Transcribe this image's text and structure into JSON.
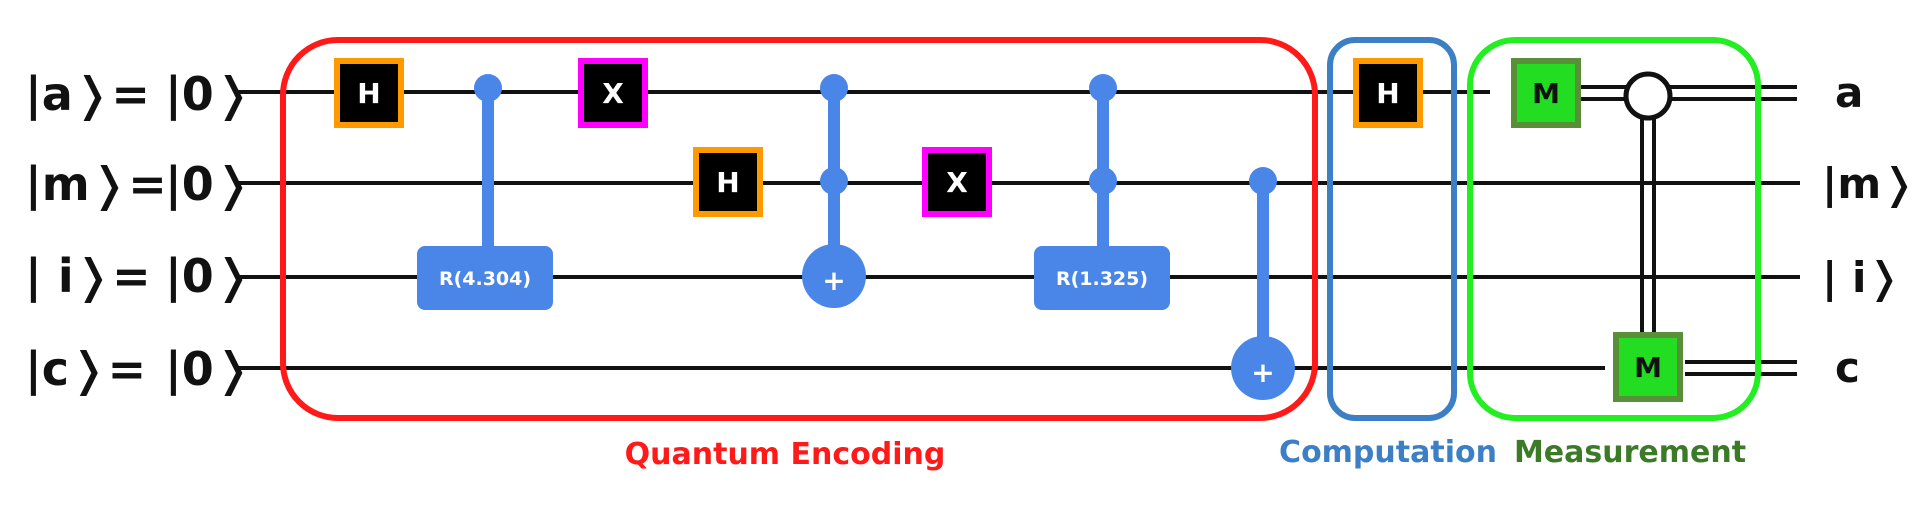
{
  "colors": {
    "wire": "#111111",
    "control": "#4a86e8",
    "hadamard_border": "#ff9900",
    "pauli_x_border": "#ff00ff",
    "gate_fill": "#000000",
    "measure_fill": "#22dd22",
    "measure_border": "#5a8f3a",
    "encoding_box": "#ff1a1a",
    "computation_box": "#3d7fc4",
    "measurement_box": "#22ee22",
    "measurement_label": "#3c7a28"
  },
  "qubits": [
    {
      "id": "a",
      "label": "|a❭=",
      "init": "|0❭",
      "output": "a"
    },
    {
      "id": "m",
      "label": "|m❭=",
      "init": "|0❭",
      "output": "|m❭"
    },
    {
      "id": "i",
      "label": "| i❭=",
      "init": "|0❭",
      "output": "| i❭"
    },
    {
      "id": "c",
      "label": "|c❭=",
      "init": "|0❭",
      "output": "c"
    }
  ],
  "gates": {
    "h_a1": "H",
    "h_m": "H",
    "h_a2": "H",
    "x_a": "X",
    "x_m": "X",
    "rot1": "R(4.304)",
    "rot2": "R(1.325)",
    "meas_a": "M",
    "meas_c": "M",
    "cnot_symbol": "+"
  },
  "sections": {
    "encoding": "Quantum Encoding",
    "computation": "Computation",
    "measurement": "Measurement"
  }
}
